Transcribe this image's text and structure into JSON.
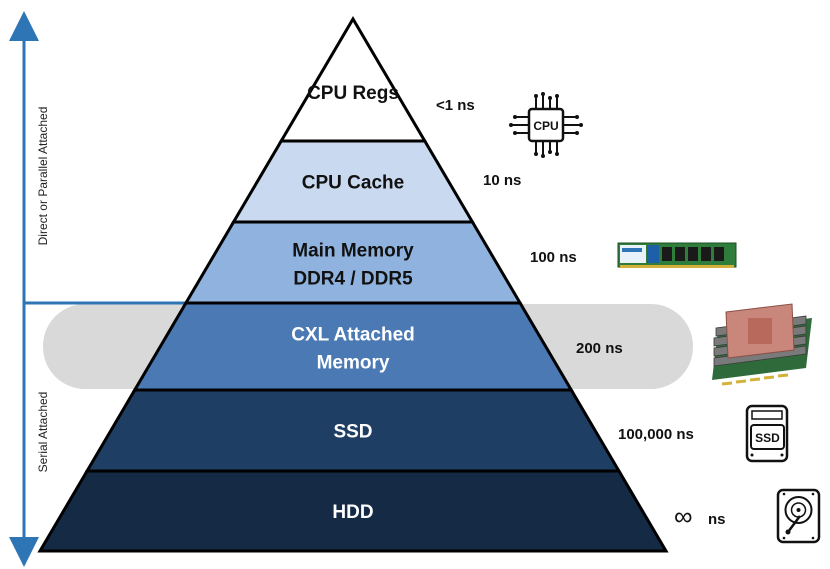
{
  "colors": {
    "axis": "#2e75b6",
    "highlight_band": "#d9d9d9",
    "outline": "#000000",
    "tier_fills": [
      "#ffffff",
      "#c9daf0",
      "#8fb3de",
      "#4a79b4",
      "#1f3e63",
      "#142a45"
    ],
    "tier_text_dark": "#111111",
    "tier_text_light": "#ffffff"
  },
  "axis": {
    "top_section_label": "Direct or Parallel Attached",
    "bottom_section_label": "Serial Attached"
  },
  "tiers": [
    {
      "line1": "CPU Regs",
      "line2": "",
      "latency": "<1 ns",
      "icon": "cpu-chip-icon"
    },
    {
      "line1": "CPU Cache",
      "line2": "",
      "latency": "10 ns",
      "icon": ""
    },
    {
      "line1": "Main Memory",
      "line2": "DDR4 / DDR5",
      "latency": "100 ns",
      "icon": "dram-module-icon"
    },
    {
      "line1": "CXL Attached",
      "line2": "Memory",
      "latency": "200 ns",
      "icon": "cxl-memory-card-icon"
    },
    {
      "line1": "SSD",
      "line2": "",
      "latency": "100,000 ns",
      "icon": "ssd-icon"
    },
    {
      "line1": "HDD",
      "line2": "",
      "latency": "ns",
      "latency_symbol": "∞",
      "icon": "hdd-icon"
    }
  ],
  "icon_text": {
    "cpu": "CPU",
    "ssd": "SSD"
  }
}
